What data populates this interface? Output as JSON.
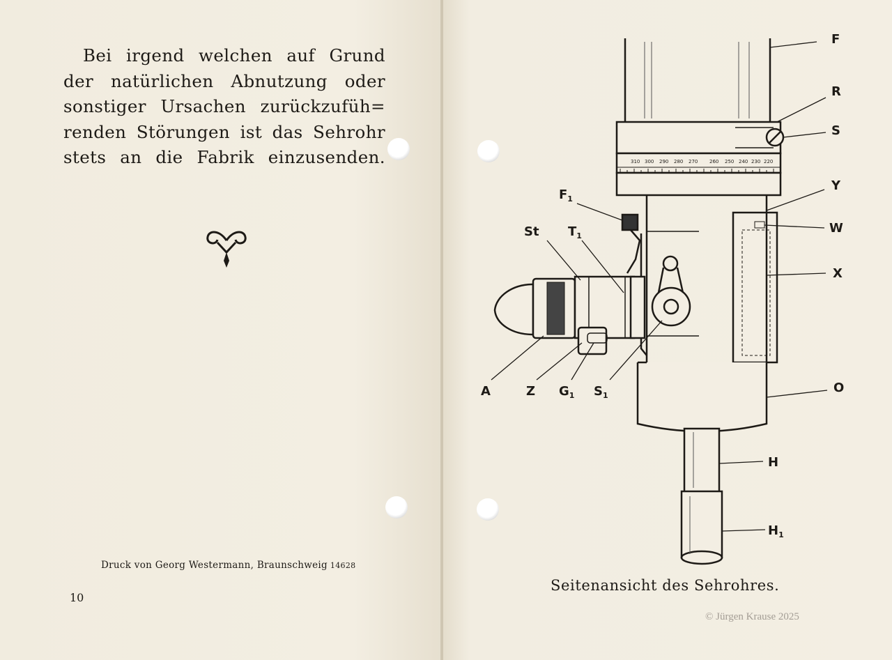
{
  "left_page": {
    "paragraph_lines": [
      "Bei irgend welchen auf Grund",
      "der natürlichen Abnutzung oder",
      "sonstiger Ursachen zurückzufüh=",
      "renden Störungen ist das Sehrohr",
      "stets an die Fabrik einzusenden."
    ],
    "printer_line": "Druck von Georg Westermann, Braunschweig",
    "printer_number": "14628",
    "page_number": "10"
  },
  "right_page": {
    "diagram_labels": {
      "F": "F",
      "R": "R",
      "S": "S",
      "Y": "Y",
      "W": "W",
      "X": "X",
      "O": "O",
      "H": "H",
      "H1": "H",
      "F1": "F",
      "St": "St",
      "T1": "T",
      "A": "A",
      "Z": "Z",
      "G1": "G",
      "S1": "S",
      "subscript": "1"
    },
    "scale_labels": [
      "310",
      "300",
      "290",
      "280",
      "270",
      "260",
      "250",
      "240",
      "230",
      "220"
    ],
    "caption": "Seitenansicht des Sehrohres.",
    "copyright": "© Jürgen Krause 2025"
  }
}
